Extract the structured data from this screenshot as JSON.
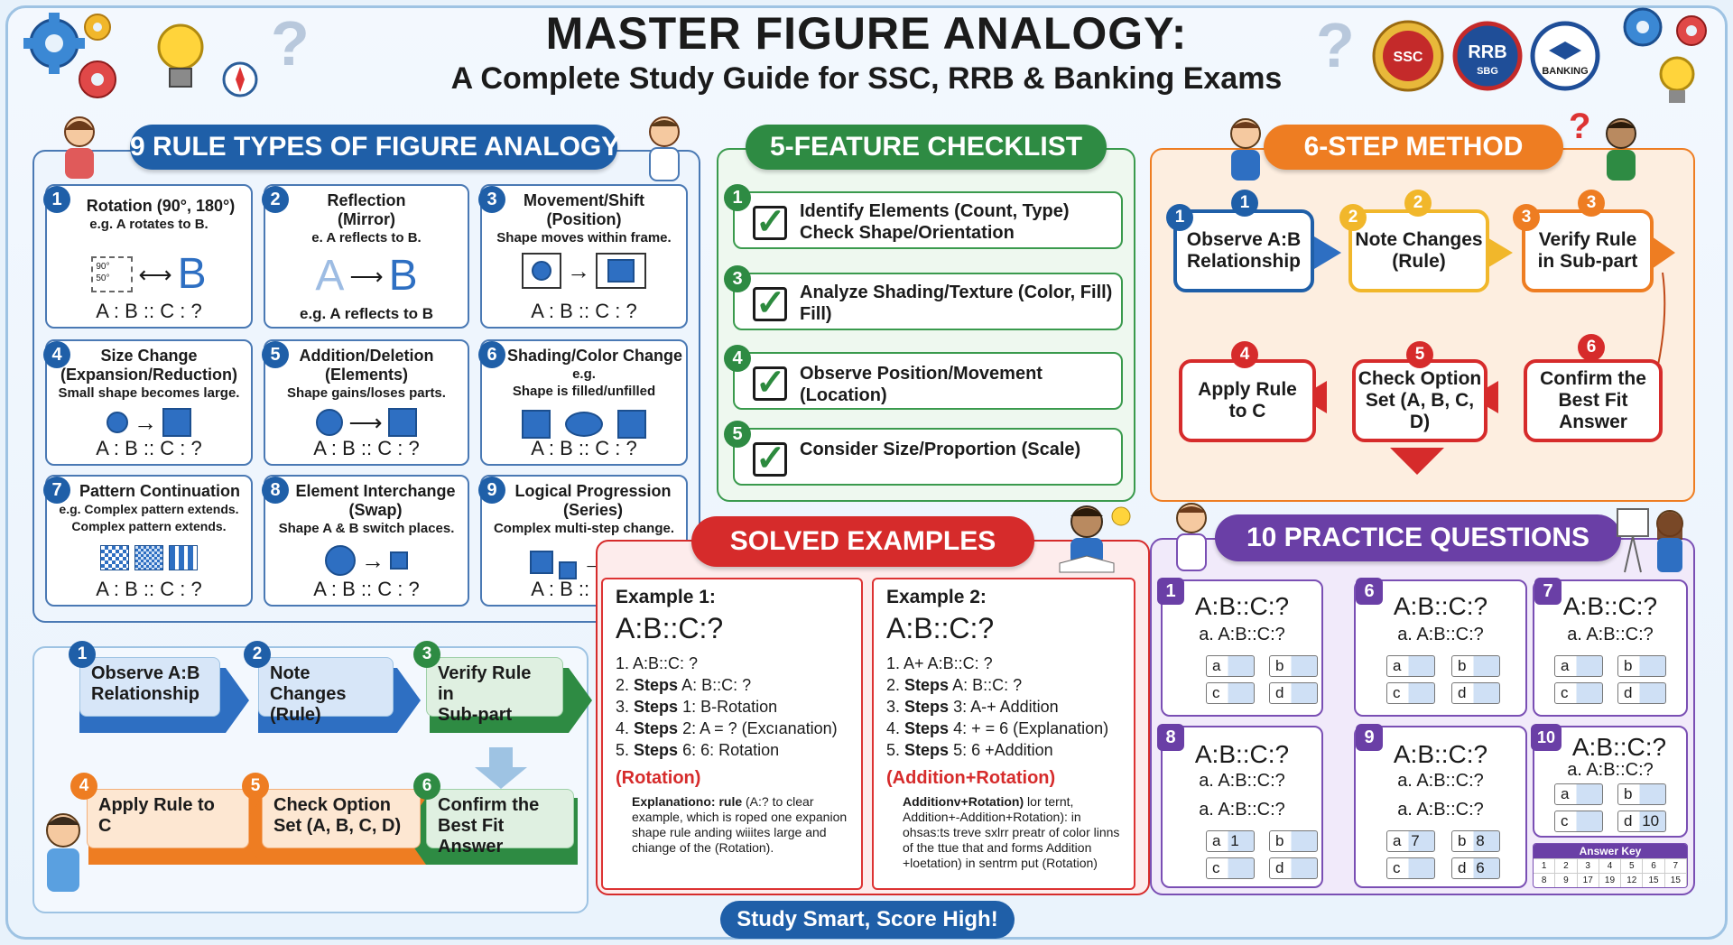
{
  "header": {
    "title": "MASTER FIGURE ANALOGY:",
    "subtitle": "A Complete Study Guide for SSC, RRB & Banking Exams",
    "badge1": "SSC",
    "badge2": "RRB",
    "badge2_sub": "SBG",
    "badge3": "BANKING"
  },
  "rules": {
    "heading": "9 RULE TYPES OF FIGURE ANALOGY",
    "items": [
      {
        "n": "1",
        "title": "Rotation (90°, 180°)",
        "desc": "e.g. A rotates to B.",
        "foot": "A : B :: C : ?",
        "deg1": "90°",
        "deg2": "50°",
        "glyph": "B"
      },
      {
        "n": "2",
        "title": "Reflection\n(Mirror)",
        "desc": "e. A reflects to B.",
        "foot": "e.g. A reflects to B",
        "glyphA": "A",
        "glyphB": "B"
      },
      {
        "n": "3",
        "title": "Movement/Shift\n(Position)",
        "desc": "Shape moves within frame.",
        "foot": "A : B :: C : ?"
      },
      {
        "n": "4",
        "title": "Size Change\n(Expansion/Reduction)",
        "desc": "Small shape becomes large.",
        "foot": "A : B :: C : ?"
      },
      {
        "n": "5",
        "title": "Addition/Deletion\n(Elements)",
        "desc": "Shape gains/loses parts.",
        "foot": "A : B :: C : ?"
      },
      {
        "n": "6",
        "title": "Shading/Color Change",
        "desc": "e.g.\nShape is filled/unfilled",
        "foot": "A : B :: C : ?"
      },
      {
        "n": "7",
        "title": "Pattern Continuation",
        "desc": "e.g. Complex pattern extends.\nComplex pattern extends.",
        "foot": "A : B :: C : ?"
      },
      {
        "n": "8",
        "title": "Element Interchange\n(Swap)",
        "desc": "Shape A & B switch places.",
        "foot": "A : B :: C : ?"
      },
      {
        "n": "9",
        "title": "Logical Progression\n(Series)",
        "desc": "Complex multi-step change.",
        "foot": "A : B :: C : ?"
      }
    ]
  },
  "flow": {
    "items": [
      {
        "n": "1",
        "label": "Observe A:B\nRelationship"
      },
      {
        "n": "2",
        "label": "Note Changes\n(Rule)"
      },
      {
        "n": "3",
        "label": "Verify Rule in\nSub-part"
      },
      {
        "n": "4",
        "label": "Apply Rule to\nC"
      },
      {
        "n": "5",
        "label": "Check Option\nSet (A, B, C, D)"
      },
      {
        "n": "6",
        "label": "Confirm the\nBest Fit Answer"
      }
    ]
  },
  "checklist": {
    "heading": "5-FEATURE CHECKLIST",
    "items": [
      {
        "n": "1",
        "text": "Identify Elements (Count, Type)\nCheck Shape/Orientation"
      },
      {
        "n": "3",
        "text": "Analyze Shading/Texture (Color, Fill)\nFill)"
      },
      {
        "n": "4",
        "text": "Observe Position/Movement (Location)"
      },
      {
        "n": "5",
        "text": "Consider Size/Proportion (Scale)"
      }
    ]
  },
  "method": {
    "heading": "6-STEP METHOD",
    "items": [
      {
        "n": "1",
        "label": "Observe A:B\nRelationship"
      },
      {
        "n": "2",
        "label": "Note Changes\n(Rule)"
      },
      {
        "n": "3",
        "label": "Verify Rule\nin Sub-part"
      },
      {
        "n": "4",
        "label": "Apply Rule\nto C"
      },
      {
        "n": "5",
        "label": "Check Option\nSet (A, B, C, D)"
      },
      {
        "n": "6",
        "label": "Confirm the\nBest Fit\nAnswer"
      }
    ]
  },
  "solved": {
    "heading": "SOLVED EXAMPLES",
    "examples": [
      {
        "title": "Example 1:",
        "q": "A:B::C:?",
        "lines": [
          {
            "n": "1.",
            "b": "",
            "t": "A:B::C: ?"
          },
          {
            "n": "2.",
            "b": "Steps",
            "t": " A: B::C: ?"
          },
          {
            "n": "3.",
            "b": "Steps",
            "t": " 1: B-Rotation"
          },
          {
            "n": "4.",
            "b": "Steps",
            "t": " 2: A = ? (Excıanation)"
          },
          {
            "n": "5.",
            "b": "Steps",
            "t": " 6: 6: Rotation"
          }
        ],
        "rule": "(Rotation)",
        "expl_b": "Explanationo: rule",
        "expl": " (A:? to clear example, which is roped one expanion shape rule anding wiiites large and chiange of the (Rotation)."
      },
      {
        "title": "Example 2:",
        "q": "A:B::C:?",
        "lines": [
          {
            "n": "1.",
            "b": "",
            "t": "A+ A:B::C: ?"
          },
          {
            "n": "2.",
            "b": "Steps",
            "t": " A: B::C: ?"
          },
          {
            "n": "3.",
            "b": "Steps",
            "t": " 3: A-+ Addition"
          },
          {
            "n": "4.",
            "b": "Steps",
            "t": " 4: + = 6 (Explanation)"
          },
          {
            "n": "5.",
            "b": "Steps",
            "t": " 5: 6 +Addition"
          }
        ],
        "rule": "(Addition+Rotation)",
        "expl_b": "Additionv+Rotation)",
        "expl": " lor ternt, Addition+-Addition+Rotation): in ohsas:ts treve sxlrr preatr of color linns of the ttue that and forms Addition +loetation) in sentrm put (Rotation)"
      }
    ]
  },
  "practice": {
    "heading": "10 PRACTICE QUESTIONS",
    "items": [
      {
        "n": "1",
        "q": "A:B::C:?",
        "s": "a. A:B::C:?",
        "opts": [
          "a",
          "b",
          "c",
          "d"
        ],
        "vals": [
          "",
          "",
          "",
          ""
        ]
      },
      {
        "n": "6",
        "q": "A:B::C:?",
        "s": "a. A:B::C:?",
        "opts": [
          "a",
          "b",
          "c",
          "d"
        ],
        "vals": [
          "",
          "",
          "",
          ""
        ]
      },
      {
        "n": "7",
        "q": "A:B::C:?",
        "s": "a. A:B::C:?",
        "opts": [
          "a",
          "b",
          "c",
          "d"
        ],
        "vals": [
          "",
          "",
          "",
          ""
        ]
      },
      {
        "n": "8",
        "q": "A:B::C:?",
        "s": "a. A:B::C:?",
        "s2": "a. A:B::C:?",
        "opts": [
          "a",
          "b",
          "c",
          "d"
        ],
        "vals": [
          "1",
          "",
          "",
          ""
        ]
      },
      {
        "n": "9",
        "q": "A:B::C:?",
        "s": "a. A:B::C:?",
        "s2": "a. A:B::C:?",
        "opts": [
          "a",
          "b",
          "c",
          "d"
        ],
        "vals": [
          "7",
          "8",
          "",
          "6"
        ]
      },
      {
        "n": "10",
        "q": "A:B::C:?",
        "s": "a. A:B::C:?",
        "opts": [
          "a",
          "b",
          "c",
          "d"
        ],
        "vals": [
          "",
          "",
          "",
          "10"
        ]
      }
    ],
    "answer_key": {
      "title": "Answer Key",
      "row1": [
        "1",
        "2",
        "3",
        "4",
        "5",
        "6",
        "7"
      ],
      "row2": [
        "8",
        "9",
        "17",
        "19",
        "12",
        "15",
        "15"
      ]
    }
  },
  "footer": {
    "text": "Study Smart, Score High!"
  },
  "colors": {
    "blue": "#1f5fa8",
    "green": "#2e8b43",
    "orange": "#ee7d22",
    "red": "#d62b2b",
    "purple": "#6a3fa6"
  }
}
